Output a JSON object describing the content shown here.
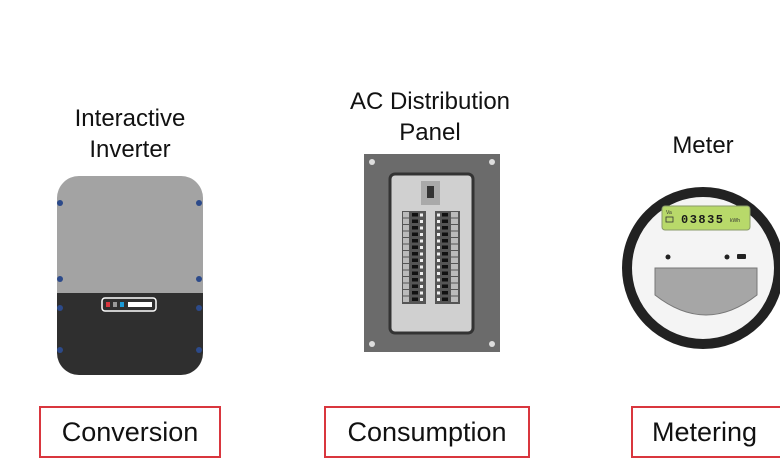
{
  "devices": [
    {
      "title_lines": [
        "Interactive",
        "Inverter"
      ],
      "function": "Conversion"
    },
    {
      "title_lines": [
        "AC Distribution",
        "Panel"
      ],
      "function": "Consumption"
    },
    {
      "title_lines": [
        "Meter"
      ],
      "function": "Metering"
    }
  ],
  "meter_display": {
    "label": "Va",
    "reading": "03835",
    "unit": "kWh"
  },
  "colors": {
    "accent_border": "#d9363e",
    "lcd": "#b8d96a"
  }
}
